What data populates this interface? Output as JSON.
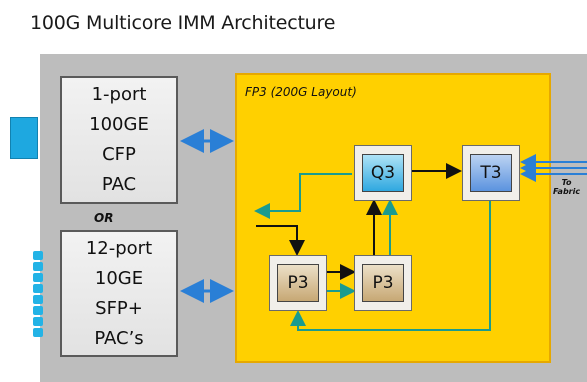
{
  "title": "100G Multicore IMM Architecture",
  "pac_top": {
    "lines": [
      "1-port",
      "100GE",
      "CFP",
      "PAC"
    ]
  },
  "or_label": "OR",
  "pac_bottom": {
    "lines": [
      "12-port",
      "10GE",
      "SFP+",
      "PAC’s"
    ]
  },
  "fp3": {
    "label": "FP3 (200G Layout)",
    "chips": {
      "q3": "Q3",
      "t3": "T3",
      "p3_left": "P3",
      "p3_right": "P3"
    }
  },
  "fabric_label_line1": "To",
  "fabric_label_line2": "Fabric",
  "colors": {
    "board": "#bdbdbd",
    "fp3": "#ffd000",
    "port": "#1ea8e0",
    "teal_wire": "#1a9b8f",
    "blue_arrow": "#2a7fd6"
  }
}
